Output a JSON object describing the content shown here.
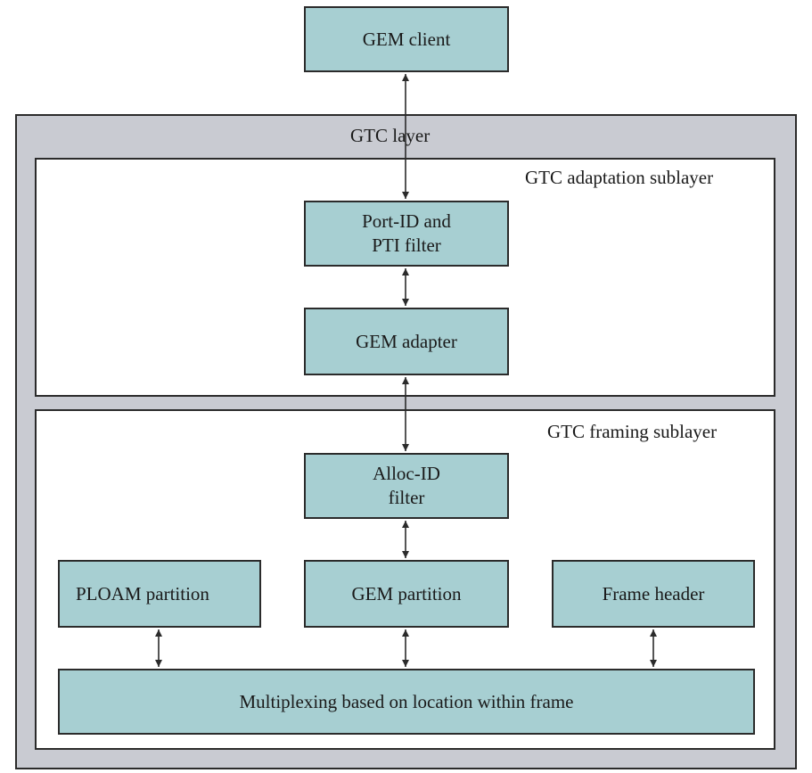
{
  "diagram": {
    "gtc_layer_label": "GTC layer",
    "adaptation_sublayer_label": "GTC adaptation sublayer",
    "framing_sublayer_label": "GTC framing sublayer",
    "boxes": {
      "gem_client": "GEM client",
      "port_id_filter": "Port-ID and\nPTI filter",
      "gem_adapter": "GEM adapter",
      "alloc_id_filter": "Alloc-ID\nfilter",
      "ploam_partition": "PLOAM partition",
      "gem_partition": "GEM partition",
      "frame_header": "Frame header",
      "multiplexing": "Multiplexing based on location within frame"
    },
    "colors": {
      "box_fill": "#a7cfd2",
      "gtc_layer_fill": "#c9cbd2",
      "sublayer_fill": "#ffffff",
      "line": "#2b2b2b"
    }
  }
}
